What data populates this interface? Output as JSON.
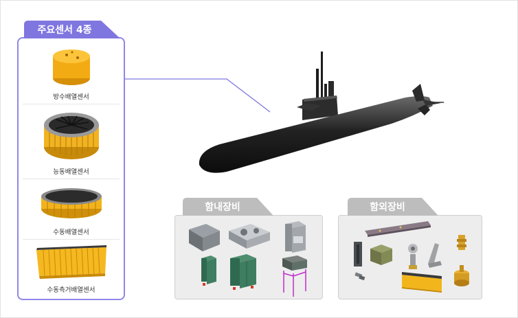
{
  "sensors": {
    "title": "주요센서 4종",
    "items": [
      {
        "label": "방수배열센서"
      },
      {
        "label": "능동배열센서"
      },
      {
        "label": "수동배열센서"
      },
      {
        "label": "수동측거배열센서"
      }
    ]
  },
  "inboard": {
    "title": "함내장비"
  },
  "outboard": {
    "title": "함외장비"
  },
  "colors": {
    "accent": "#7f76e0",
    "sensor_yellow": "#f5b81c",
    "panel_bg": "#ededed",
    "tab_gray": "#bdbdbd"
  }
}
